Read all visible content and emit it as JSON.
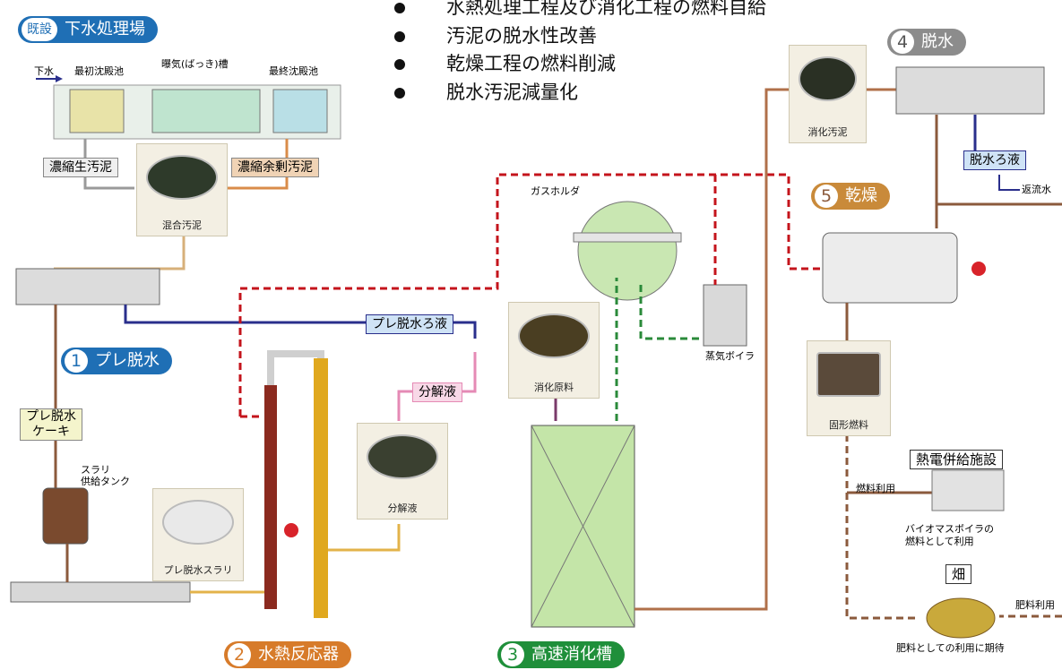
{
  "bullets": [
    "水熱処理工程及び消化工程の燃料自給",
    "汚泥の脱水性改善",
    "乾燥工程の燃料削減",
    "脱水汚泥減量化"
  ],
  "plant": {
    "badge": "既設",
    "title": "下水処理場",
    "inlet": "下水",
    "basin1": "最初沈殿池",
    "basin2": "曝気(ばっき)槽",
    "basin3": "最終沈殿池",
    "thick_raw": "濃縮生汚泥",
    "thick_excess": "濃縮余剰汚泥"
  },
  "steps": [
    {
      "num": "1",
      "label": "プレ脱水"
    },
    {
      "num": "2",
      "label": "水熱反応器"
    },
    {
      "num": "3",
      "label": "高速消化槽"
    },
    {
      "num": "4",
      "label": "脱水"
    },
    {
      "num": "5",
      "label": "乾燥"
    }
  ],
  "labels": {
    "mixed_sludge": "混合汚泥",
    "pre_filtrate": "プレ脱水ろ液",
    "pre_cake_1": "プレ脱水",
    "pre_cake_2": "ケーキ",
    "slurry_tank_1": "スラリ",
    "slurry_tank_2": "供給タンク",
    "pre_slurry": "プレ脱水スラリ",
    "decomp_liquid_box": "分解液",
    "decomp_liquid_photo": "分解液",
    "digestion_feed": "消化原料",
    "gas_holder": "ガスホルダ",
    "steam_boiler": "蒸気ボイラ",
    "digested_sludge": "消化汚泥",
    "dewater_filtrate": "脱水ろ液",
    "return_water": "返流水",
    "solid_fuel": "固形燃料",
    "chp": "熱電併給施設",
    "fuel_use": "燃料利用",
    "biomass_1": "バイオマスボイラの",
    "biomass_2": "燃料として利用",
    "field": "畑",
    "fert_use": "肥料利用",
    "fert_expect": "肥料としての利用に期待"
  },
  "colors": {
    "blue": "#1f6fb5",
    "orange": "#d77b2a",
    "green": "#1f8f3a",
    "gray": "#8c8c8c",
    "brown": "#8b5a3c",
    "red_dash": "#c4141c",
    "green_dash": "#2a8a3a",
    "navy": "#2a2f8c",
    "pink": "#e58ab5"
  }
}
